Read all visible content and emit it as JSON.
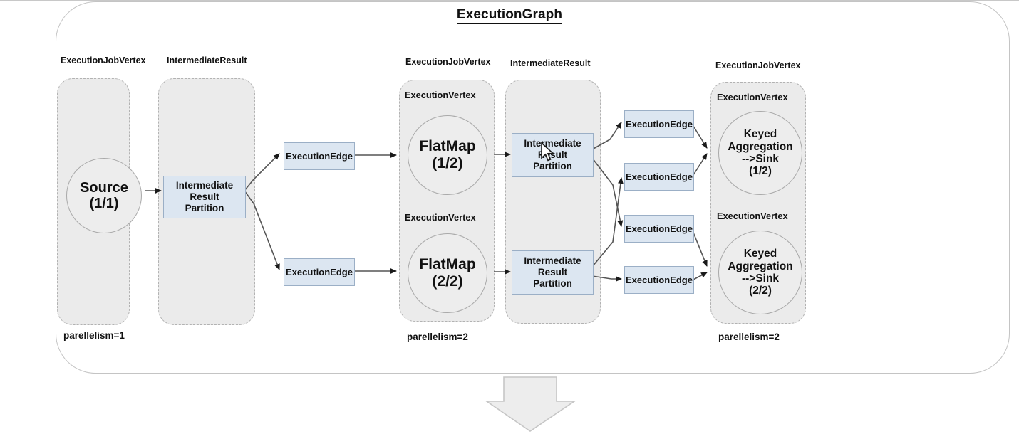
{
  "diagram": {
    "title": "ExecutionGraph",
    "down_arrow_icon": "down-arrow-icon",
    "cursor_icon": "mouse-pointer-icon",
    "colors": {
      "group_fill": "#ebebeb",
      "group_border": "#b2b2b2",
      "blue_fill": "#dce6f1",
      "blue_border": "#9bafc6",
      "circle_fill": "#ededed",
      "circle_border": "#a9a9a9",
      "outer_border": "#c4c4c4",
      "arrow": "#555555"
    }
  },
  "captions": {
    "c1": "ExecutionJobVertex",
    "c2": "IntermediateResult",
    "c3": "ExecutionJobVertex",
    "c4": "IntermediateResult",
    "c5": "ExecutionJobVertex"
  },
  "vertex_labels": {
    "v1": "ExecutionVertex",
    "v2": "ExecutionVertex",
    "v3": "ExecutionVertex",
    "v4": "ExecutionVertex"
  },
  "nodes": {
    "source": "Source\n(1/1)",
    "source_line1": "Source",
    "source_line2": "(1/1)",
    "flatmap1_line1": "FlatMap",
    "flatmap1_line2": "(1/2)",
    "flatmap2_line1": "FlatMap",
    "flatmap2_line2": "(2/2)",
    "sink1_line1": "Keyed",
    "sink1_line2": "Aggregation",
    "sink1_line3": "-->Sink",
    "sink1_line4": "(1/2)",
    "sink2_line1": "Keyed",
    "sink2_line2": "Aggregation",
    "sink2_line3": "-->Sink",
    "sink2_line4": "(2/2)"
  },
  "partitions": {
    "p0_l1": "Intermediate",
    "p0_l2": "Result",
    "p0_l3": "Partition",
    "p1_l1": "Intermediate",
    "p1_l2": "Result",
    "p1_l3": "Partition",
    "p2_l1": "Intermediate",
    "p2_l2": "Result",
    "p2_l3": "Partition"
  },
  "edges": {
    "e1": "ExecutionEdge",
    "e2": "ExecutionEdge",
    "e3": "ExecutionEdge",
    "e4": "ExecutionEdge",
    "e5": "ExecutionEdge",
    "e6": "ExecutionEdge"
  },
  "parallelism": {
    "p1": "parellelism=1",
    "p2": "parellelism=2",
    "p3": "parellelism=2"
  }
}
